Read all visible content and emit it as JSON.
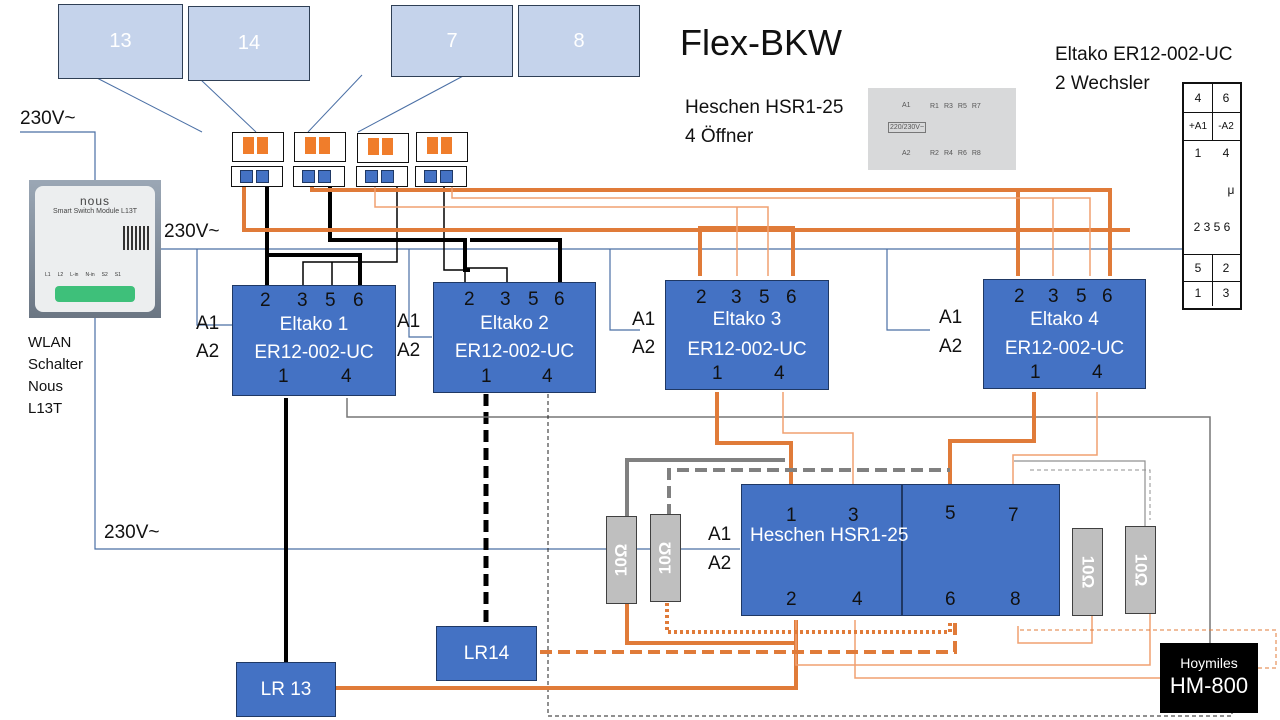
{
  "title": "Flex-BKW",
  "panels": [
    {
      "label": "13"
    },
    {
      "label": "14"
    },
    {
      "label": "7"
    },
    {
      "label": "8"
    }
  ],
  "voltage_labels": [
    "230V~",
    "230V~",
    "230V~"
  ],
  "wlan_switch": {
    "brand": "nous",
    "product": "Smart Switch Module L13T",
    "terminals": [
      "L1",
      "L2",
      "L-in",
      "N-in",
      "S2",
      "S1"
    ],
    "caption_lines": [
      "WLAN",
      "Schalter",
      "Nous",
      "L13T"
    ]
  },
  "eltako_relays": [
    {
      "name": "Eltako 1",
      "model": "ER12-002-UC",
      "pins_top": [
        "2",
        "3",
        "5",
        "6"
      ],
      "pins_bottom": [
        "1",
        "4"
      ],
      "coil": [
        "A1",
        "A2"
      ]
    },
    {
      "name": "Eltako 2",
      "model": "ER12-002-UC",
      "pins_top": [
        "2",
        "3",
        "5",
        "6"
      ],
      "pins_bottom": [
        "1",
        "4"
      ],
      "coil": [
        "A1",
        "A2"
      ]
    },
    {
      "name": "Eltako 3",
      "model": "ER12-002-UC",
      "pins_top": [
        "2",
        "3",
        "5",
        "6"
      ],
      "pins_bottom": [
        "1",
        "4"
      ],
      "coil": [
        "A1",
        "A2"
      ]
    },
    {
      "name": "Eltako 4",
      "model": "ER12-002-UC",
      "pins_top": [
        "2",
        "3",
        "5",
        "6"
      ],
      "pins_bottom": [
        "1",
        "4"
      ],
      "coil": [
        "A1",
        "A2"
      ]
    }
  ],
  "heschen": {
    "name": "Heschen HSR1-25",
    "pins_top": [
      "1",
      "3",
      "5",
      "7"
    ],
    "pins_bottom": [
      "2",
      "4",
      "6",
      "8"
    ],
    "coil": [
      "A1",
      "A2"
    ],
    "info_lines": [
      "Heschen HSR1-25",
      "4 Öffner"
    ],
    "image_labels": {
      "coil_top": "A1",
      "coil_bottom": "A2",
      "coil_voltage": "220/230V~",
      "contacts_top": [
        "R1",
        "R3",
        "R5",
        "R7"
      ],
      "contacts_bottom": [
        "R2",
        "R4",
        "R6",
        "R8"
      ]
    }
  },
  "eltako_legend": {
    "info_lines": [
      "Eltako ER12-002-UC",
      "2 Wechsler"
    ],
    "rows": [
      [
        "4",
        "6"
      ],
      [
        "+A1",
        "-A2"
      ]
    ],
    "contacts_top": [
      "1",
      "4"
    ],
    "contacts_bottom": "2 3 5 6",
    "mu": "μ",
    "rows_bottom": [
      [
        "5",
        "2"
      ],
      [
        "1",
        "3"
      ]
    ]
  },
  "resistors": [
    "10Ω",
    "10Ω",
    "10Ω",
    "10Ω"
  ],
  "loads": [
    {
      "label": "LR 13"
    },
    {
      "label": "LR14"
    }
  ],
  "inverter": {
    "brand": "Hoymiles",
    "model": "HM-800"
  },
  "colors": {
    "orange": "#e07b39",
    "orange_light": "#f0b48a",
    "blue_line": "#4a6fa5",
    "relay_blue": "#4472c4",
    "panel_blue": "#c5d3eb",
    "gray": "#808080"
  }
}
